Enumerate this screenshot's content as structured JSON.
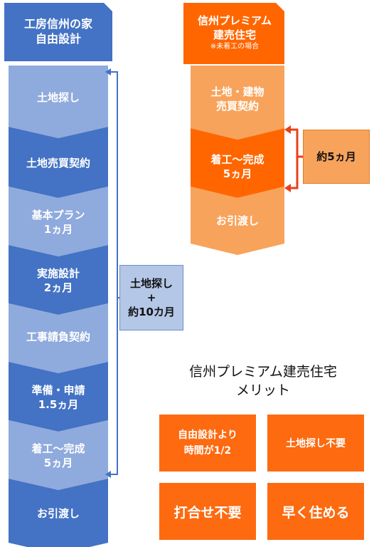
{
  "colors": {
    "blue_dark": "#4472c4",
    "blue_light": "#8faadc",
    "blue_note_bg": "#b4c7e7",
    "orange": "#ff6600",
    "orange_light": "#f4b183",
    "orange_step": "#f8a35b",
    "orange_note_bg": "#f7a35c"
  },
  "left_flow": {
    "header": {
      "line1": "工房信州の家",
      "line2": "自由設計"
    },
    "steps": [
      {
        "line1": "土地探し",
        "line2": ""
      },
      {
        "line1": "土地売買契約",
        "line2": ""
      },
      {
        "line1": "基本プラン",
        "line2": "1ヵ月"
      },
      {
        "line1": "実施設計",
        "line2": "2ヵ月"
      },
      {
        "line1": "工事請負契約",
        "line2": ""
      },
      {
        "line1": "準備・申請",
        "line2": "1.5ヵ月"
      },
      {
        "line1": "着工～完成",
        "line2": "5ヵ月"
      },
      {
        "line1": "お引渡し",
        "line2": ""
      }
    ],
    "note": {
      "line1": "土地探し",
      "line2": "+",
      "line3": "約10カ月"
    }
  },
  "right_flow": {
    "header": {
      "line1": "信州プレミアム",
      "line2": "建売住宅",
      "sub": "※未着工の場合"
    },
    "steps": [
      {
        "line1": "土地・建物",
        "line2": "売買契約"
      },
      {
        "line1": "着工～完成",
        "line2": "5ヵ月"
      },
      {
        "line1": "お引渡し",
        "line2": ""
      }
    ],
    "note": {
      "text": "約5ヵ月"
    }
  },
  "merits": {
    "title_line1": "信州プレミアム建売住宅",
    "title_line2": "メリット",
    "items": [
      {
        "line1": "自由設計より",
        "line2": "時間が1/2"
      },
      {
        "line1": "土地探し不要",
        "line2": ""
      },
      {
        "line1": "打合せ不要",
        "line2": ""
      },
      {
        "line1": "早く住める",
        "line2": ""
      }
    ]
  }
}
